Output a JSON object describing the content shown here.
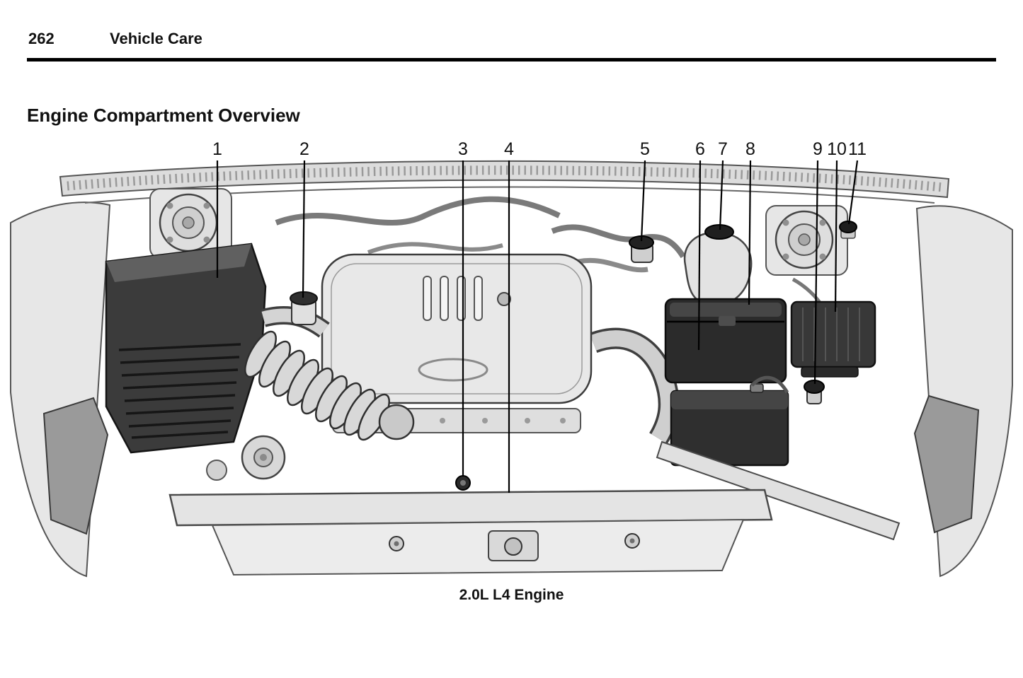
{
  "page": {
    "number": "262",
    "running_header": "Vehicle Care"
  },
  "section": {
    "title": "Engine Compartment Overview"
  },
  "figure": {
    "caption": "2.0L L4 Engine",
    "callouts": [
      {
        "label": "1"
      },
      {
        "label": "2"
      },
      {
        "label": "3"
      },
      {
        "label": "4"
      },
      {
        "label": "5"
      },
      {
        "label": "6"
      },
      {
        "label": "7"
      },
      {
        "label": "8"
      },
      {
        "label": "9"
      },
      {
        "label": "10"
      },
      {
        "label": "11"
      }
    ]
  }
}
